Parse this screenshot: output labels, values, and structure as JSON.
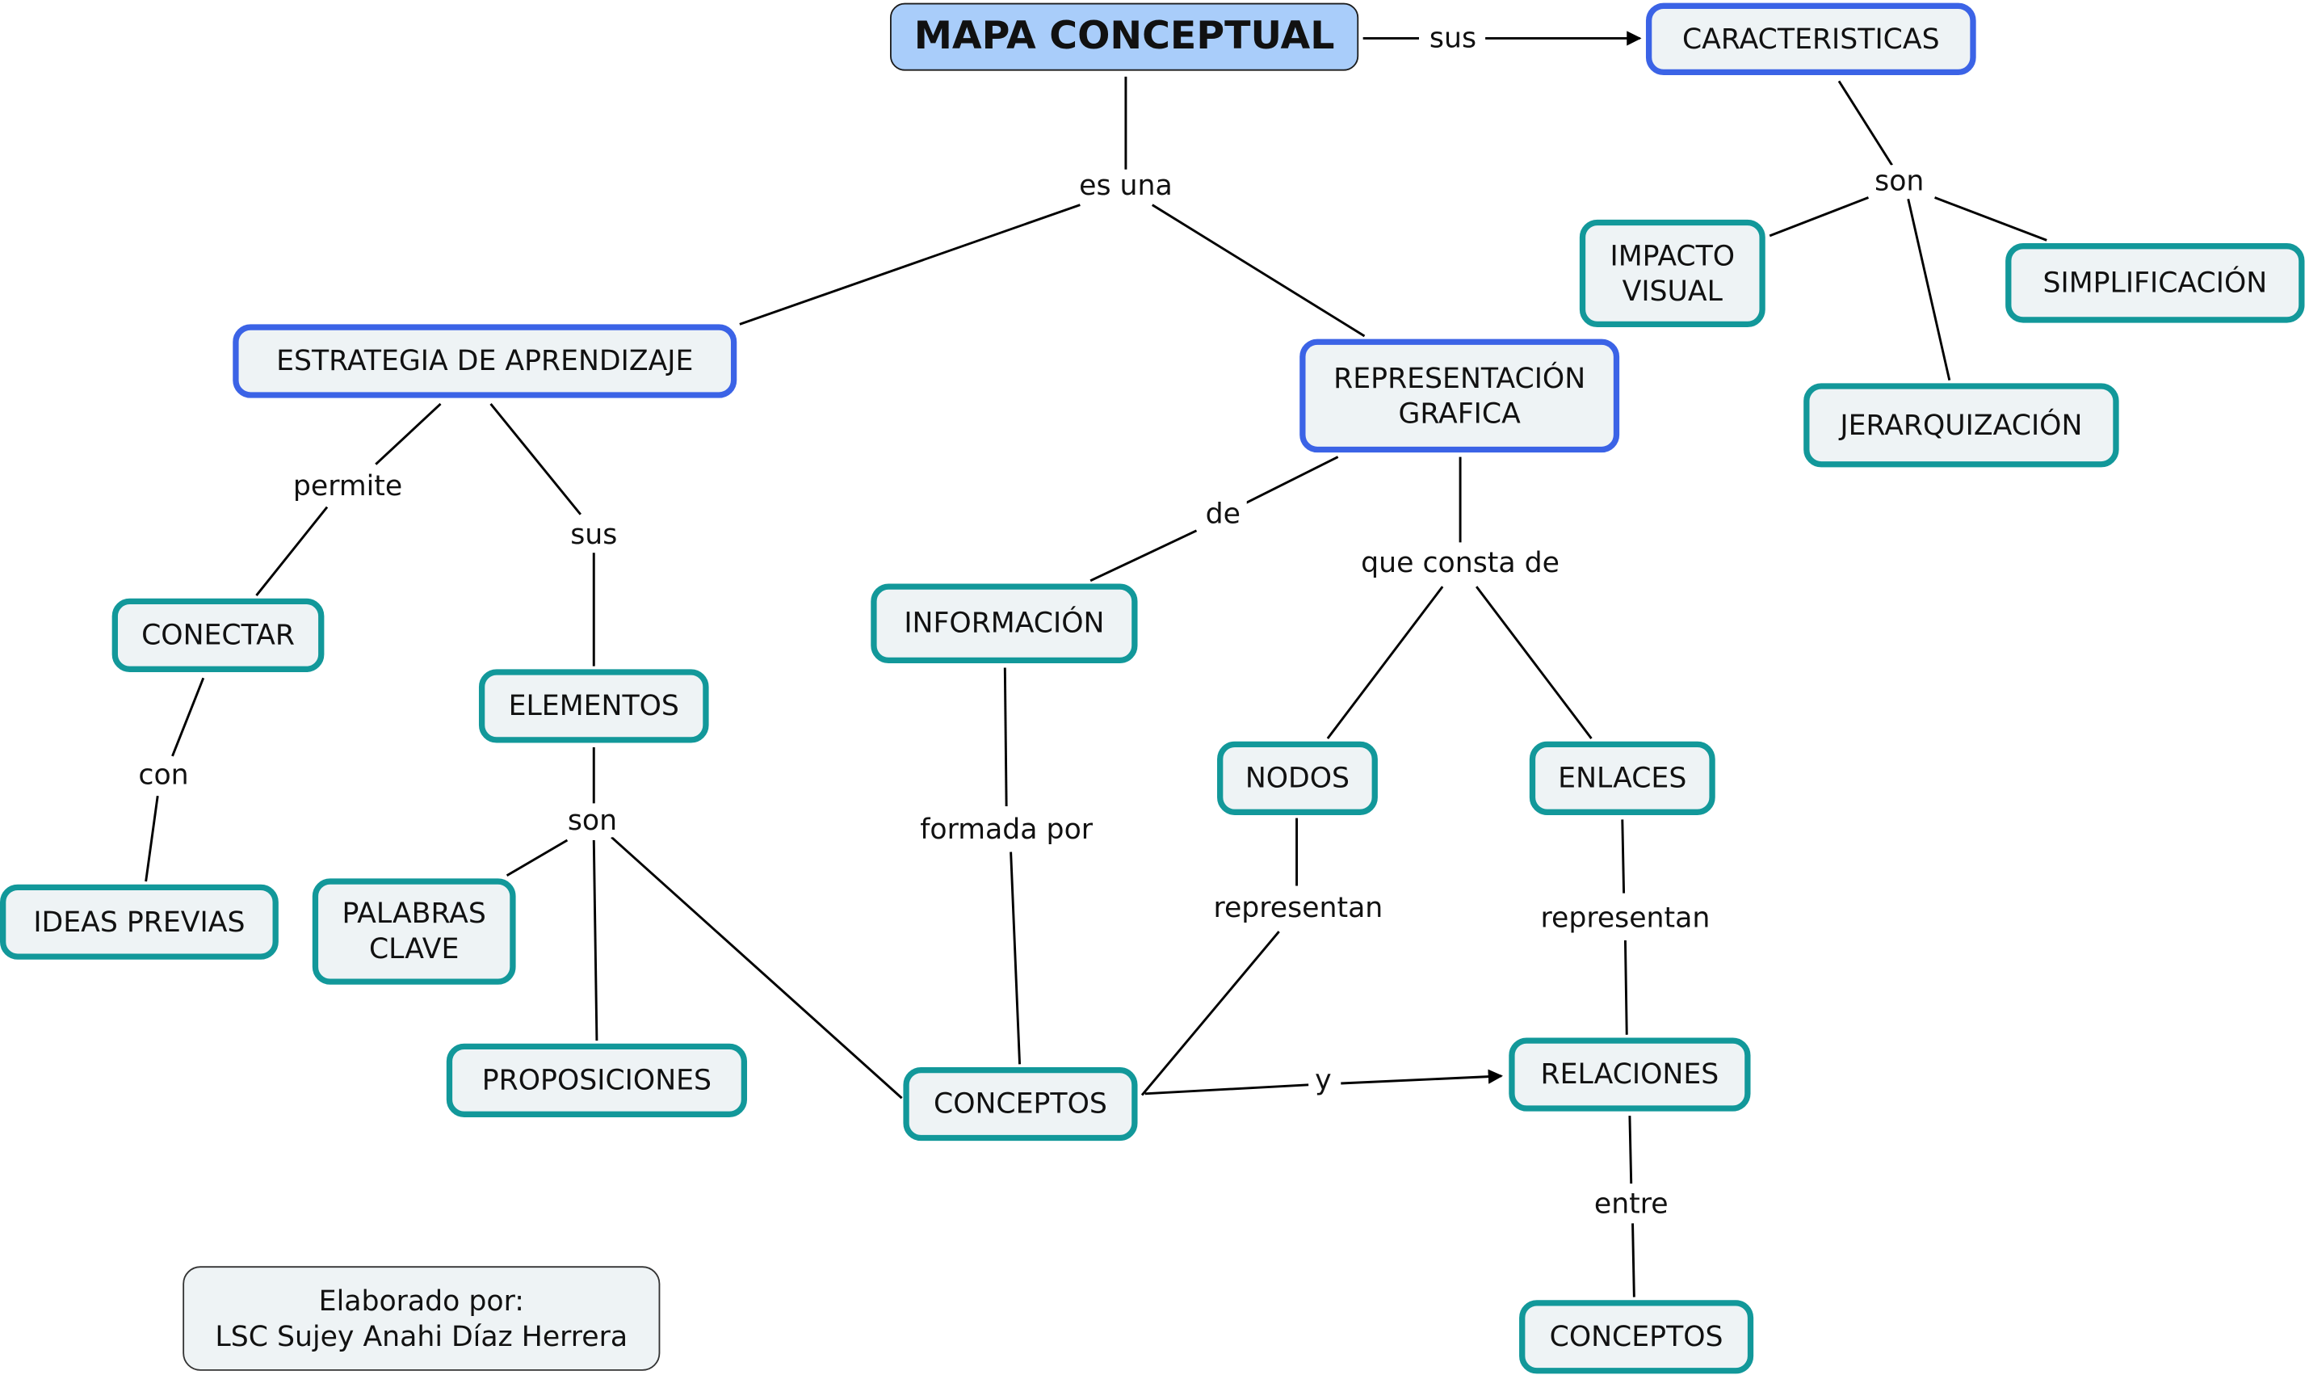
{
  "colors": {
    "root_fill": "#a9cdfa",
    "node_fill": "#eef3f5",
    "blue_border": "#3b63e6",
    "teal_border": "#12989a",
    "line": "#000000"
  },
  "nodes": {
    "root": "MAPA CONCEPTUAL",
    "caracteristicas": "CARACTERISTICAS",
    "impacto_visual": "IMPACTO\nVISUAL",
    "simplificacion": "SIMPLIFICACIÓN",
    "jerarquizacion": "JERARQUIZACIÓN",
    "estrategia": "ESTRATEGIA DE APRENDIZAJE",
    "representacion": "REPRESENTACIÓN\nGRAFICA",
    "conectar": "CONECTAR",
    "ideas_previas": "IDEAS PREVIAS",
    "elementos": "ELEMENTOS",
    "palabras_clave": "PALABRAS\nCLAVE",
    "proposiciones": "PROPOSICIONES",
    "informacion": "INFORMACIÓN",
    "conceptos_1": "CONCEPTOS",
    "nodos": "NODOS",
    "enlaces": "ENLACES",
    "relaciones": "RELACIONES",
    "conceptos_2": "CONCEPTOS"
  },
  "labels": {
    "sus_top": "sus",
    "es_una": "es una",
    "son_top": "son",
    "permite": "permite",
    "sus_left": "sus",
    "con": "con",
    "son_left": "son",
    "de": "de",
    "que_consta_de": "que consta de",
    "formada_por": "formada por",
    "representan_1": "representan",
    "representan_2": "representan",
    "y": "y",
    "entre": "entre"
  },
  "credit": "Elaborado por:\nLSC Sujey Anahi Díaz Herrera"
}
